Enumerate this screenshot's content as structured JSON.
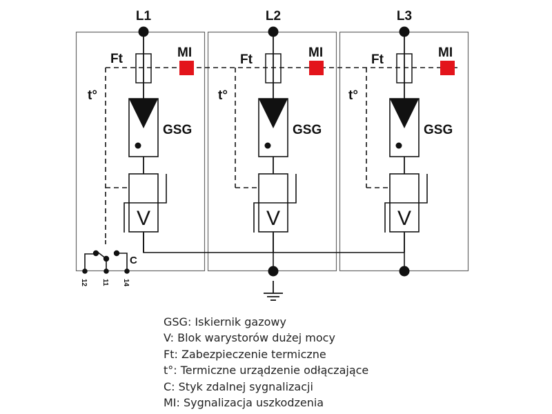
{
  "diagram": {
    "title": "Surge protection device schematic",
    "phases": [
      {
        "line_label": "L1",
        "fuse_label": "Ft",
        "indicator_label": "MI",
        "temp_label": "t°",
        "gap_label": "GSG",
        "varistor_label": "V"
      },
      {
        "line_label": "L2",
        "fuse_label": "Ft",
        "indicator_label": "MI",
        "temp_label": "t°",
        "gap_label": "GSG",
        "varistor_label": "V"
      },
      {
        "line_label": "L3",
        "fuse_label": "Ft",
        "indicator_label": "MI",
        "temp_label": "t°",
        "gap_label": "GSG",
        "varistor_label": "V"
      }
    ],
    "contact": {
      "label": "C",
      "terminals": [
        "12",
        "11",
        "14"
      ]
    },
    "colors": {
      "indicator": "#e3141b",
      "line": "#111111",
      "box": "#666666"
    }
  },
  "legend": [
    "GSG: Iskiernik gazowy",
    "V: Blok warystorów dużej mocy",
    "Ft: Zabezpieczenie termiczne",
    "t°: Termiczne urządzenie odłączające",
    "C: Styk zdalnej sygnalizacji",
    "MI: Sygnalizacja uszkodzenia"
  ]
}
